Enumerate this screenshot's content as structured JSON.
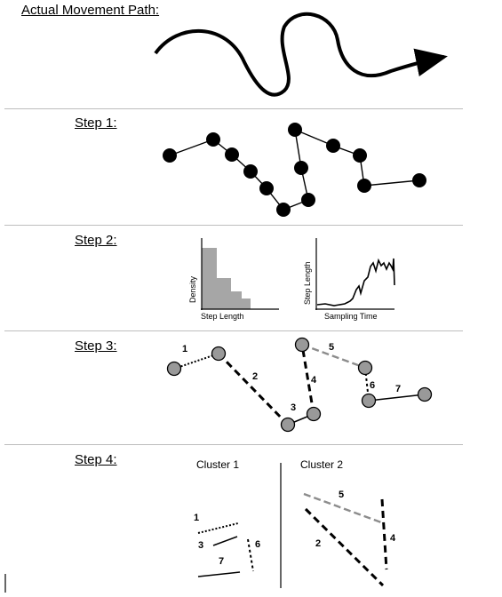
{
  "labels": {
    "actual": "Actual Movement Path:",
    "step1": "Step 1:",
    "step2": "Step 2:",
    "step3": "Step 3:",
    "step4": "Step 4:"
  },
  "step2": {
    "hist_ylabel": "Density",
    "hist_xlabel": "Step Length",
    "ts_ylabel": "Step Length",
    "ts_xlabel": "Sampling Time"
  },
  "step3": {
    "segment_numbers": [
      "1",
      "2",
      "3",
      "4",
      "5",
      "6",
      "7"
    ]
  },
  "step4": {
    "cluster1_title": "Cluster 1",
    "cluster2_title": "Cluster 2",
    "segment_numbers": [
      "1",
      "3",
      "7",
      "6",
      "5",
      "2",
      "4"
    ]
  }
}
